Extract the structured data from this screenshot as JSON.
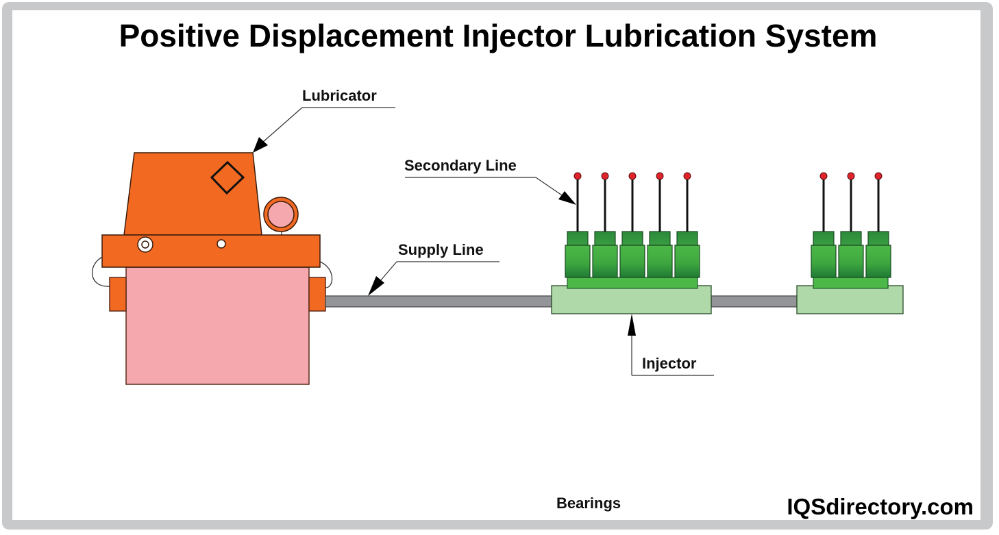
{
  "title": "Positive Displacement Injector Lubrication System",
  "labels": {
    "lubricator": "Lubricator",
    "secondary_line": "Secondary Line",
    "supply_line": "Supply Line",
    "injector": "Injector",
    "bearings": "Bearings"
  },
  "brand": "IQSdirectory.com",
  "components": {
    "injector_block_1_outlets": 5,
    "injector_block_2_outlets": 3
  },
  "colors": {
    "frame": "#c8c9cb",
    "lubricator_orange": "#f26a21",
    "reservoir_pink": "#f5a9ae",
    "supply_line_gray": "#939598",
    "injector_base_green": "#afd9a8",
    "injector_green": "#4cb848",
    "injector_dark_green": "#2e8b3a",
    "outlet_red": "#e0242c"
  }
}
